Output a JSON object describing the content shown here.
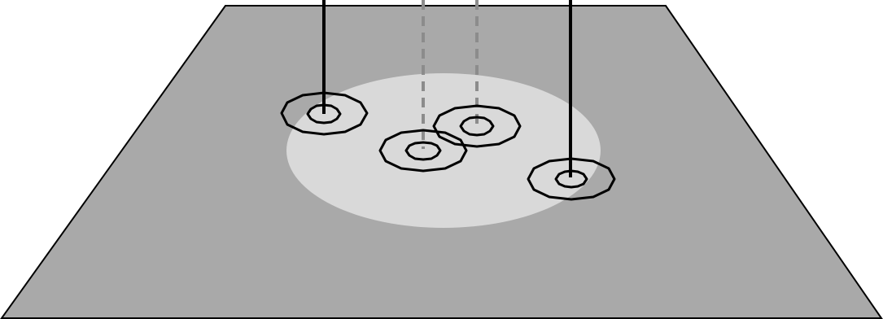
{
  "colors": {
    "background": "#ffffff",
    "plane_fill": "#a9a9a9",
    "plane_stroke": "#000000",
    "zone_fill": "#d9d9d9",
    "solid_line": "#000000",
    "dashed_line": "#8c8c8c",
    "ring_stroke": "#000000"
  },
  "diagram": {
    "plane": {
      "shape": "trapezoid-perspective"
    },
    "zone": {
      "shape": "ellipse"
    },
    "markers": [
      {
        "name": "marker-left-solid",
        "line_style": "solid"
      },
      {
        "name": "marker-center-dashed",
        "line_style": "dashed"
      },
      {
        "name": "marker-center-right-dashed",
        "line_style": "dashed"
      },
      {
        "name": "marker-right-solid",
        "line_style": "solid"
      }
    ]
  }
}
